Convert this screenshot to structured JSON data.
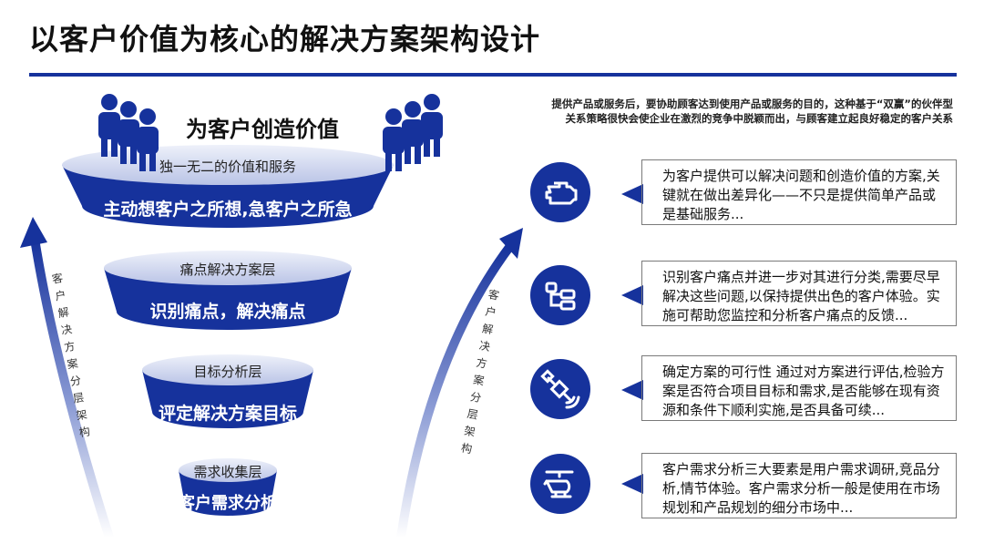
{
  "title": "以客户价值为核心的解决方案架构设计",
  "intro": "提供产品或服务后，要协助顾客达到使用产品或服务的目的，这种基于“双赢”的伙伴型关系策略很快会使企业在激烈的竞争中脱颖而出，与顾客建立起良好稳定的客户关系",
  "value_title": "为客户创造价值",
  "layers": [
    {
      "top_label": "独一无二的价值和服务",
      "main_label": "主动想客户之所想,急客户之所急"
    },
    {
      "top_label": "痛点解决方案层",
      "main_label": "识别痛点，解决痛点"
    },
    {
      "top_label": "目标分析层",
      "main_label": "评定解决方案目标"
    },
    {
      "top_label": "需求收集层",
      "main_label": "客户需求分析"
    }
  ],
  "side_text": "客户解决方案分层架构",
  "items": [
    {
      "icon": "engine-icon",
      "text": "为客户提供可以解决问题和创造价值的方案,关键就在做出差异化——不只是提供简单产品或是基础服务..."
    },
    {
      "icon": "hierarchy-icon",
      "text": "识别客户痛点并进一步对其进行分类,需要尽早解决这些问题,以保持提供出色的客户体验。实施可帮助您监控和分析客户痛点的反馈..."
    },
    {
      "icon": "satellite-icon",
      "text": "确定方案的可行性 通过对方案进行评估,检验方案是否符合项目目标和需求,是否能够在现有资源和条件下顺利实施,是否具备可续..."
    },
    {
      "icon": "helicopter-icon",
      "text": "客户需求分析三大要素是用户需求调研,竞品分析,情节体验。客户需求分析一般是使用在市场规划和产品规划的细分市场中..."
    }
  ],
  "colors": {
    "primary": "#16329c",
    "light": "#c9d0ec"
  }
}
